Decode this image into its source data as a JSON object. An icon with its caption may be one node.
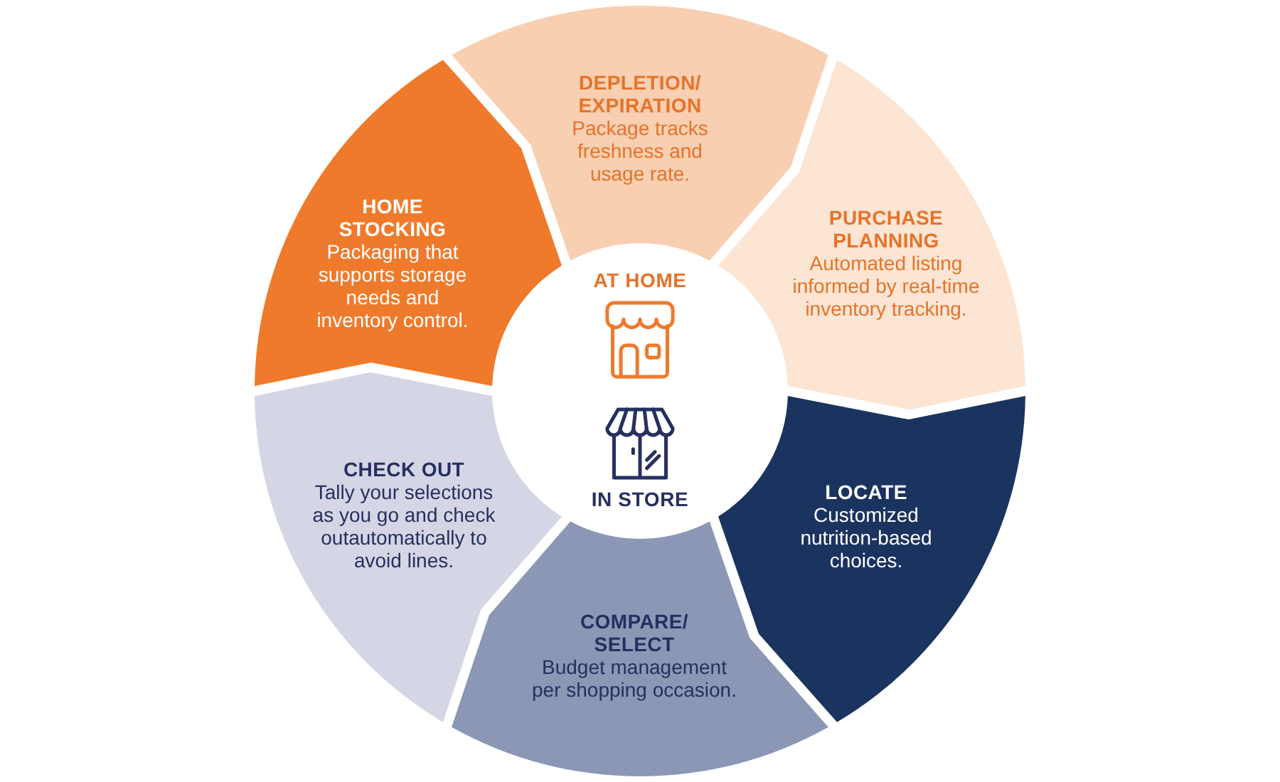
{
  "diagram": {
    "nodes": [
      {
        "text": [
          "HOME STOCKING",
          "Packaging that supports storage needs and inventory control."
        ]
      },
      {
        "text": [
          "DEPLETION/ EXPIRATION",
          "Package tracks freshness and usage rate."
        ]
      },
      {
        "text": [
          "PURCHASE PLANNING",
          "Automated listing informed by real-time inventory tracking."
        ]
      },
      {
        "text": [
          "LOCATE",
          "Customized nutrition-based choices."
        ]
      },
      {
        "text": [
          "COMPARE/ SELECT",
          "Budget management per shopping occasion."
        ]
      },
      {
        "text": [
          "CHECK OUT",
          "Tally your selections as you go and check outautomatically to avoid lines."
        ]
      },
      {
        "text": [
          "AT HOME",
          "IN STORE"
        ]
      }
    ]
  }
}
